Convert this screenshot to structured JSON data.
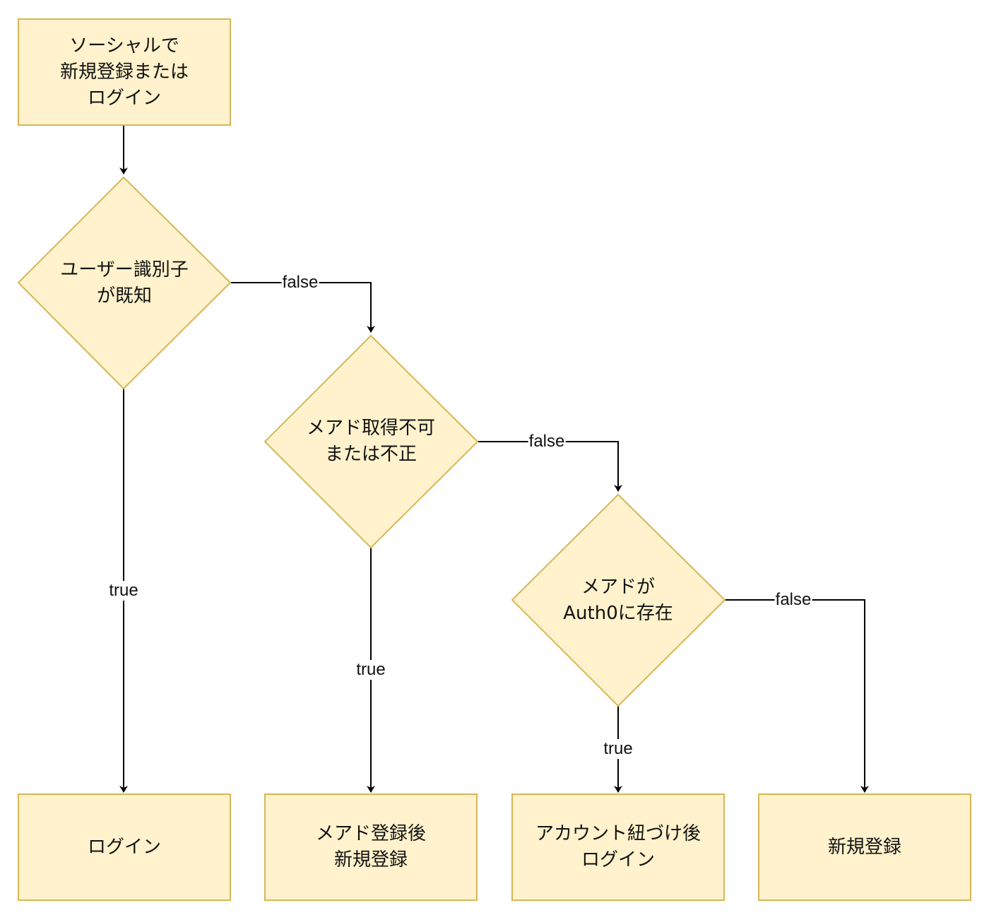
{
  "colors": {
    "node_fill": "#fff2cc",
    "node_stroke": "#d6b656",
    "edge": "#000000"
  },
  "nodes": {
    "start": "ソーシャルで\n新規登録または\nログイン",
    "decision_user_known": "ユーザー識別子\nが既知",
    "decision_email_invalid": "メアド取得不可\nまたは不正",
    "decision_email_exists": "メアドが\nAuth0に存在",
    "result_login": "ログイン",
    "result_register_email": "メアド登録後\n新規登録",
    "result_link_login": "アカウント紐づけ後\nログイン",
    "result_new_register": "新規登録"
  },
  "edges": {
    "user_known_true": "true",
    "user_known_false": "false",
    "email_invalid_true": "true",
    "email_invalid_false": "false",
    "email_exists_true": "true",
    "email_exists_false": "false"
  }
}
